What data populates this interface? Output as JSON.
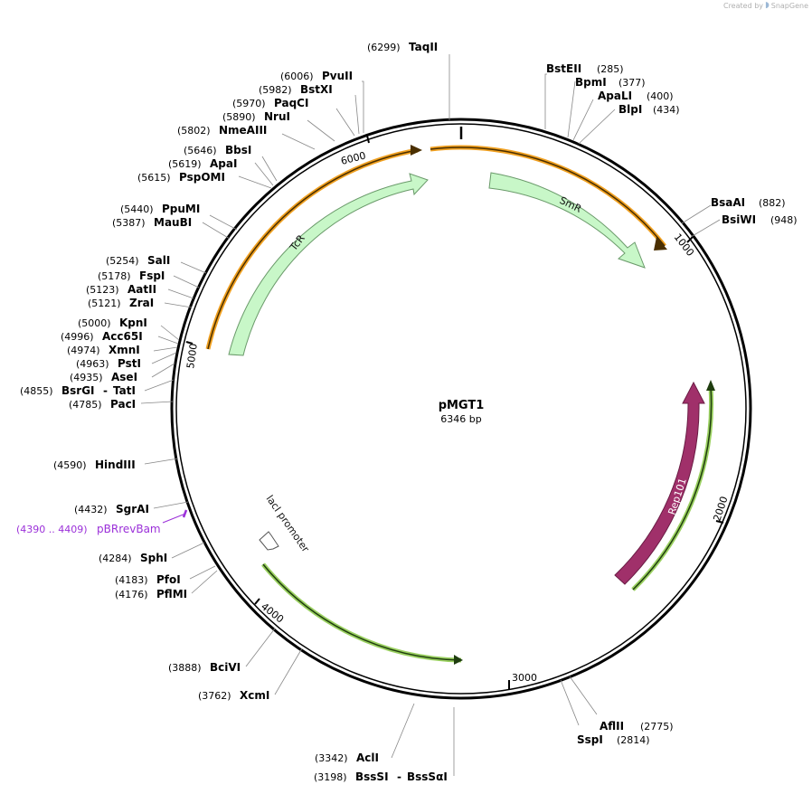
{
  "credit": {
    "prefix": "Created by",
    "brand": "SnapGene"
  },
  "plasmid": {
    "name": "pMGT1",
    "length_label": "6346 bp",
    "length": 6346
  },
  "ticks": [
    "1000",
    "2000",
    "3000",
    "4000",
    "5000",
    "6000"
  ],
  "enzymes": [
    {
      "name": "TaqII",
      "pos": "(6299)"
    },
    {
      "name": "PvuII",
      "pos": "(6006)"
    },
    {
      "name": "BstXI",
      "pos": "(5982)"
    },
    {
      "name": "PaqCI",
      "pos": "(5970)"
    },
    {
      "name": "NruI",
      "pos": "(5890)"
    },
    {
      "name": "NmeAIII",
      "pos": "(5802)"
    },
    {
      "name": "BbsI",
      "pos": "(5646)"
    },
    {
      "name": "ApaI",
      "pos": "(5619)"
    },
    {
      "name": "PspOMI",
      "pos": "(5615)"
    },
    {
      "name": "PpuMI",
      "pos": "(5440)"
    },
    {
      "name": "MauBI",
      "pos": "(5387)"
    },
    {
      "name": "SalI",
      "pos": "(5254)"
    },
    {
      "name": "FspI",
      "pos": "(5178)"
    },
    {
      "name": "AatII",
      "pos": "(5123)"
    },
    {
      "name": "ZraI",
      "pos": "(5121)"
    },
    {
      "name": "KpnI",
      "pos": "(5000)"
    },
    {
      "name": "Acc65I",
      "pos": "(4996)"
    },
    {
      "name": "XmnI",
      "pos": "(4974)"
    },
    {
      "name": "PstI",
      "pos": "(4963)"
    },
    {
      "name": "AseI",
      "pos": "(4935)"
    },
    {
      "name": "BsrGI",
      "pos": "(4855)",
      "alt": "TatI"
    },
    {
      "name": "PacI",
      "pos": "(4785)"
    },
    {
      "name": "HindIII",
      "pos": "(4590)"
    },
    {
      "name": "SgrAI",
      "pos": "(4432)"
    },
    {
      "name": "SphI",
      "pos": "(4284)"
    },
    {
      "name": "PfoI",
      "pos": "(4183)"
    },
    {
      "name": "PflMI",
      "pos": "(4176)"
    },
    {
      "name": "BciVI",
      "pos": "(3888)"
    },
    {
      "name": "XcmI",
      "pos": "(3762)"
    },
    {
      "name": "AclI",
      "pos": "(3342)"
    },
    {
      "name": "BssSI",
      "pos": "(3198)",
      "alt": "BssSαI"
    },
    {
      "name": "BstEII",
      "pos": "(285)"
    },
    {
      "name": "BpmI",
      "pos": "(377)"
    },
    {
      "name": "ApaLI",
      "pos": "(400)"
    },
    {
      "name": "BlpI",
      "pos": "(434)"
    },
    {
      "name": "BsaAI",
      "pos": "(882)"
    },
    {
      "name": "BsiWI",
      "pos": "(948)"
    },
    {
      "name": "AflII",
      "pos": "(2775)"
    },
    {
      "name": "SspI",
      "pos": "(2814)"
    }
  ],
  "primer": {
    "range": "(4390 .. 4409)",
    "name": "pBRrevBam",
    "color": "#9b30d9"
  },
  "features": [
    {
      "label": "SmR",
      "color": "#c8f7c8",
      "stroke": "#6a9a6a"
    },
    {
      "label": "TcR",
      "color": "#c8f7c8",
      "stroke": "#6a9a6a"
    },
    {
      "label": "Rep101",
      "color": "#a0306a",
      "stroke": "#6a1c44"
    },
    {
      "label": "lacI promoter",
      "color": "#ffffff",
      "stroke": "#555555"
    }
  ],
  "colors": {
    "orf_orange": "#f0a020",
    "orf_green": "#9ad060",
    "backbone": "#000000"
  }
}
